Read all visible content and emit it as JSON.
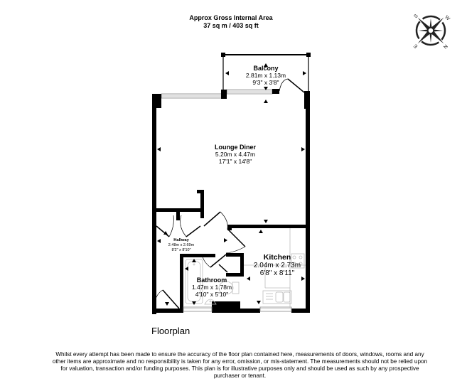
{
  "header": {
    "title": "Approx Gross Internal Area",
    "area": "37 sq m / 403 sq ft"
  },
  "compass": {
    "labels": [
      "W",
      "S",
      "E",
      "N"
    ]
  },
  "rooms": [
    {
      "name": "Balcony",
      "metric": "2.81m x 1.13m",
      "imperial": "9'3\" x 3'8\""
    },
    {
      "name": "Lounge Diner",
      "metric": "5.20m x 4.47m",
      "imperial": "17'1\" x 14'8\""
    },
    {
      "name": "Hallway",
      "metric": "2.48m x 2.69m",
      "imperial": "8'2\" x 8'10\""
    },
    {
      "name": "Kitchen",
      "metric": "2.04m x 2.73m",
      "imperial": "6'8\" x 8'11\""
    },
    {
      "name": "Bathroom",
      "metric": "1.47m x 1.78m",
      "imperial": "4'10\" x 5'10\""
    }
  ],
  "floor_label": "Floorplan",
  "disclaimer": "Whilst every attempt has been made to ensure the accuracy of the floor plan contained here, measurements of doors, windows, rooms and any other items are approximate and no responsibility is taken for any error, omission, or mis-statement. The measurements should not be relied upon for valuation, transaction and/or funding purposes. This plan is for illustrative purposes only and should be used as such by any prospective purchaser or tenant.",
  "colors": {
    "wall": "#000000",
    "fixture": "#bbbbbb",
    "window": "#888888"
  }
}
